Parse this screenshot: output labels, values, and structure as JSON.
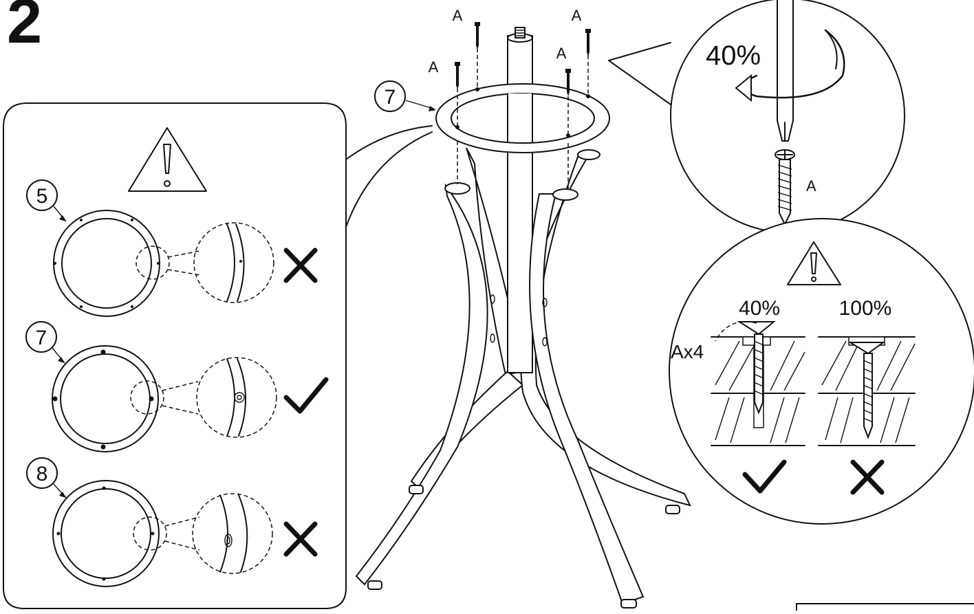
{
  "step": {
    "number": "2"
  },
  "main": {
    "screw_labels": [
      "A",
      "A",
      "A",
      "A"
    ],
    "ring_callout": "7"
  },
  "warning_panel": {
    "rows": [
      {
        "callout": "5",
        "verdict": "wrong"
      },
      {
        "callout": "7",
        "verdict": "correct"
      },
      {
        "callout": "8",
        "verdict": "wrong"
      }
    ]
  },
  "detail_top": {
    "percent": "40%",
    "screw_label": "A"
  },
  "detail_bottom": {
    "left_percent": "40%",
    "right_percent": "100%",
    "quantity": "Ax4",
    "left_verdict": "correct",
    "right_verdict": "wrong"
  }
}
